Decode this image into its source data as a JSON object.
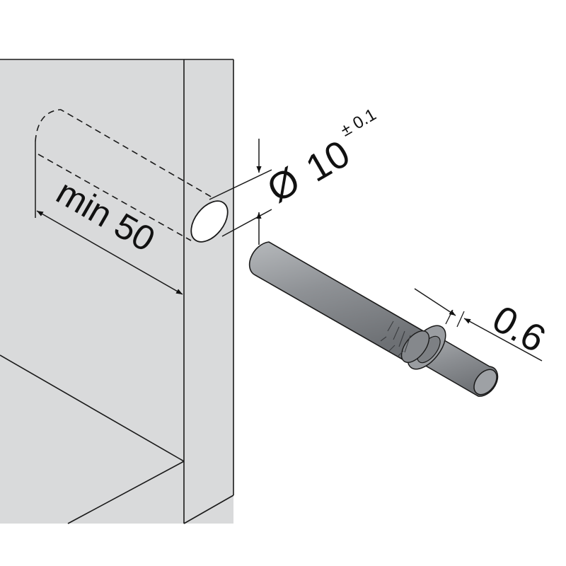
{
  "diagram": {
    "colors": {
      "background": "#ffffff",
      "panel": "#d9dadb",
      "line": "#1a1a1a",
      "pin_body": "#8e9195",
      "pin_dark": "#6f7276",
      "pin_light": "#b4b7ba",
      "pin_end": "#9ea1a5"
    },
    "labels": {
      "depth": "min 50",
      "diameter_symbol": "Ø",
      "diameter_value": "10",
      "tolerance": "± 0.1",
      "collar": "0.6"
    }
  }
}
